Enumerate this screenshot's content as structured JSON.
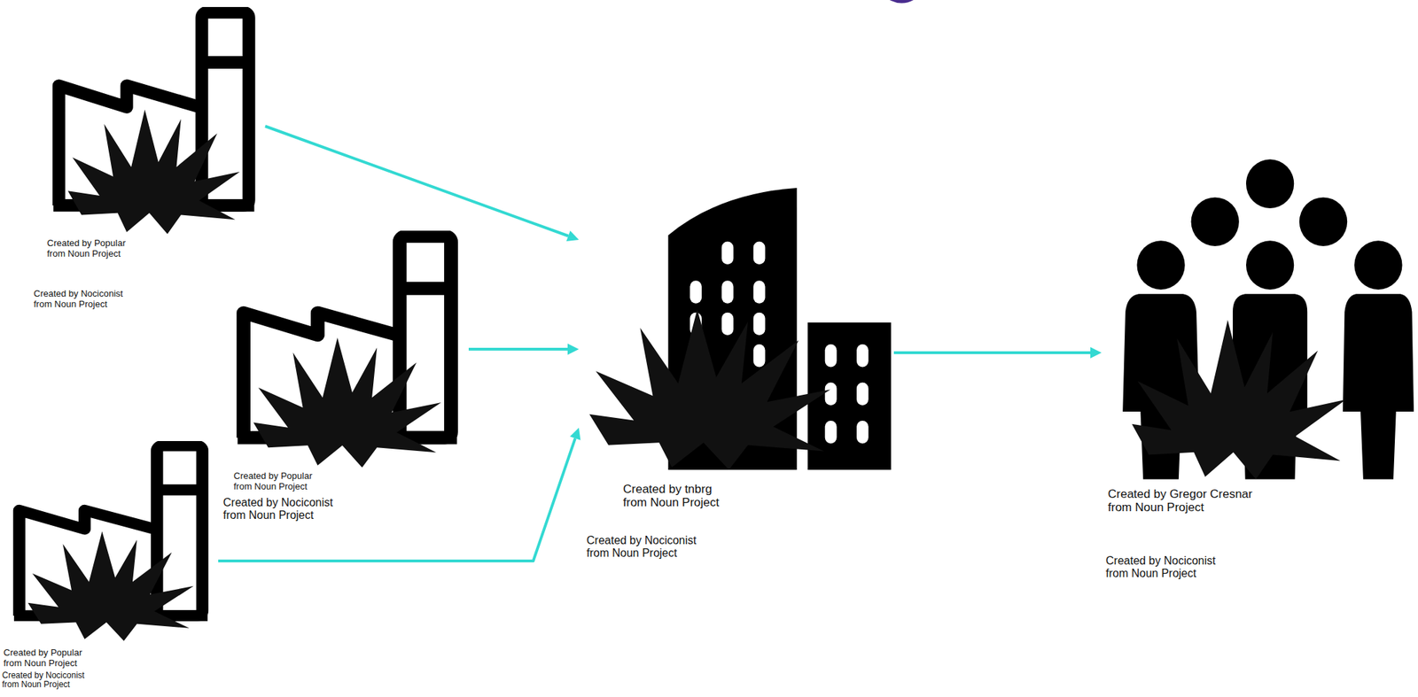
{
  "diagram": {
    "nodes": [
      {
        "text": [
          "Created by Popular from Noun Project",
          "Created by Nociconist from Noun Project"
        ]
      },
      {
        "text": [
          "Created by Popular from Noun Project",
          "Created by Nociconist from Noun Project"
        ]
      },
      {
        "text": [
          "Created by Popular from Noun Project",
          "Created by Nociconist from Noun Project"
        ]
      },
      {
        "text": [
          "Created by tnbrg from Noun Project",
          "Created by Nociconist from Noun Project"
        ]
      },
      {
        "text": [
          "Created by Gregor Cresnar from Noun Project",
          "Created by Nociconist from Noun Project"
        ]
      }
    ],
    "edges": [
      {
        "from": 0,
        "to": 3,
        "arrow": "to"
      },
      {
        "from": 1,
        "to": 3,
        "arrow": "to"
      },
      {
        "from": 2,
        "to": 3,
        "arrow": "to"
      },
      {
        "from": 3,
        "to": 4,
        "arrow": "to"
      }
    ]
  }
}
